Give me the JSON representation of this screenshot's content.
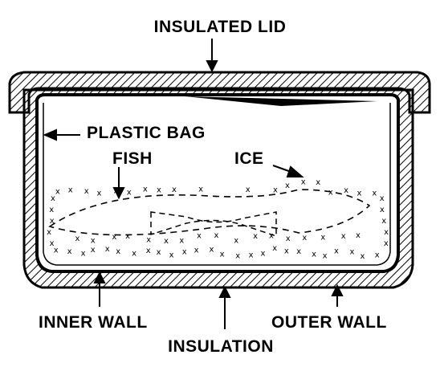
{
  "labels": {
    "lid": "INSULATED LID",
    "bag": "PLASTIC BAG",
    "fish": "FISH",
    "ice": "ICE",
    "inner_wall": "INNER WALL",
    "insulation": "INSULATION",
    "outer_wall": "OUTER WALL"
  },
  "ice_symbol": "x",
  "colors": {
    "ink": "#000000",
    "paper": "#ffffff"
  }
}
